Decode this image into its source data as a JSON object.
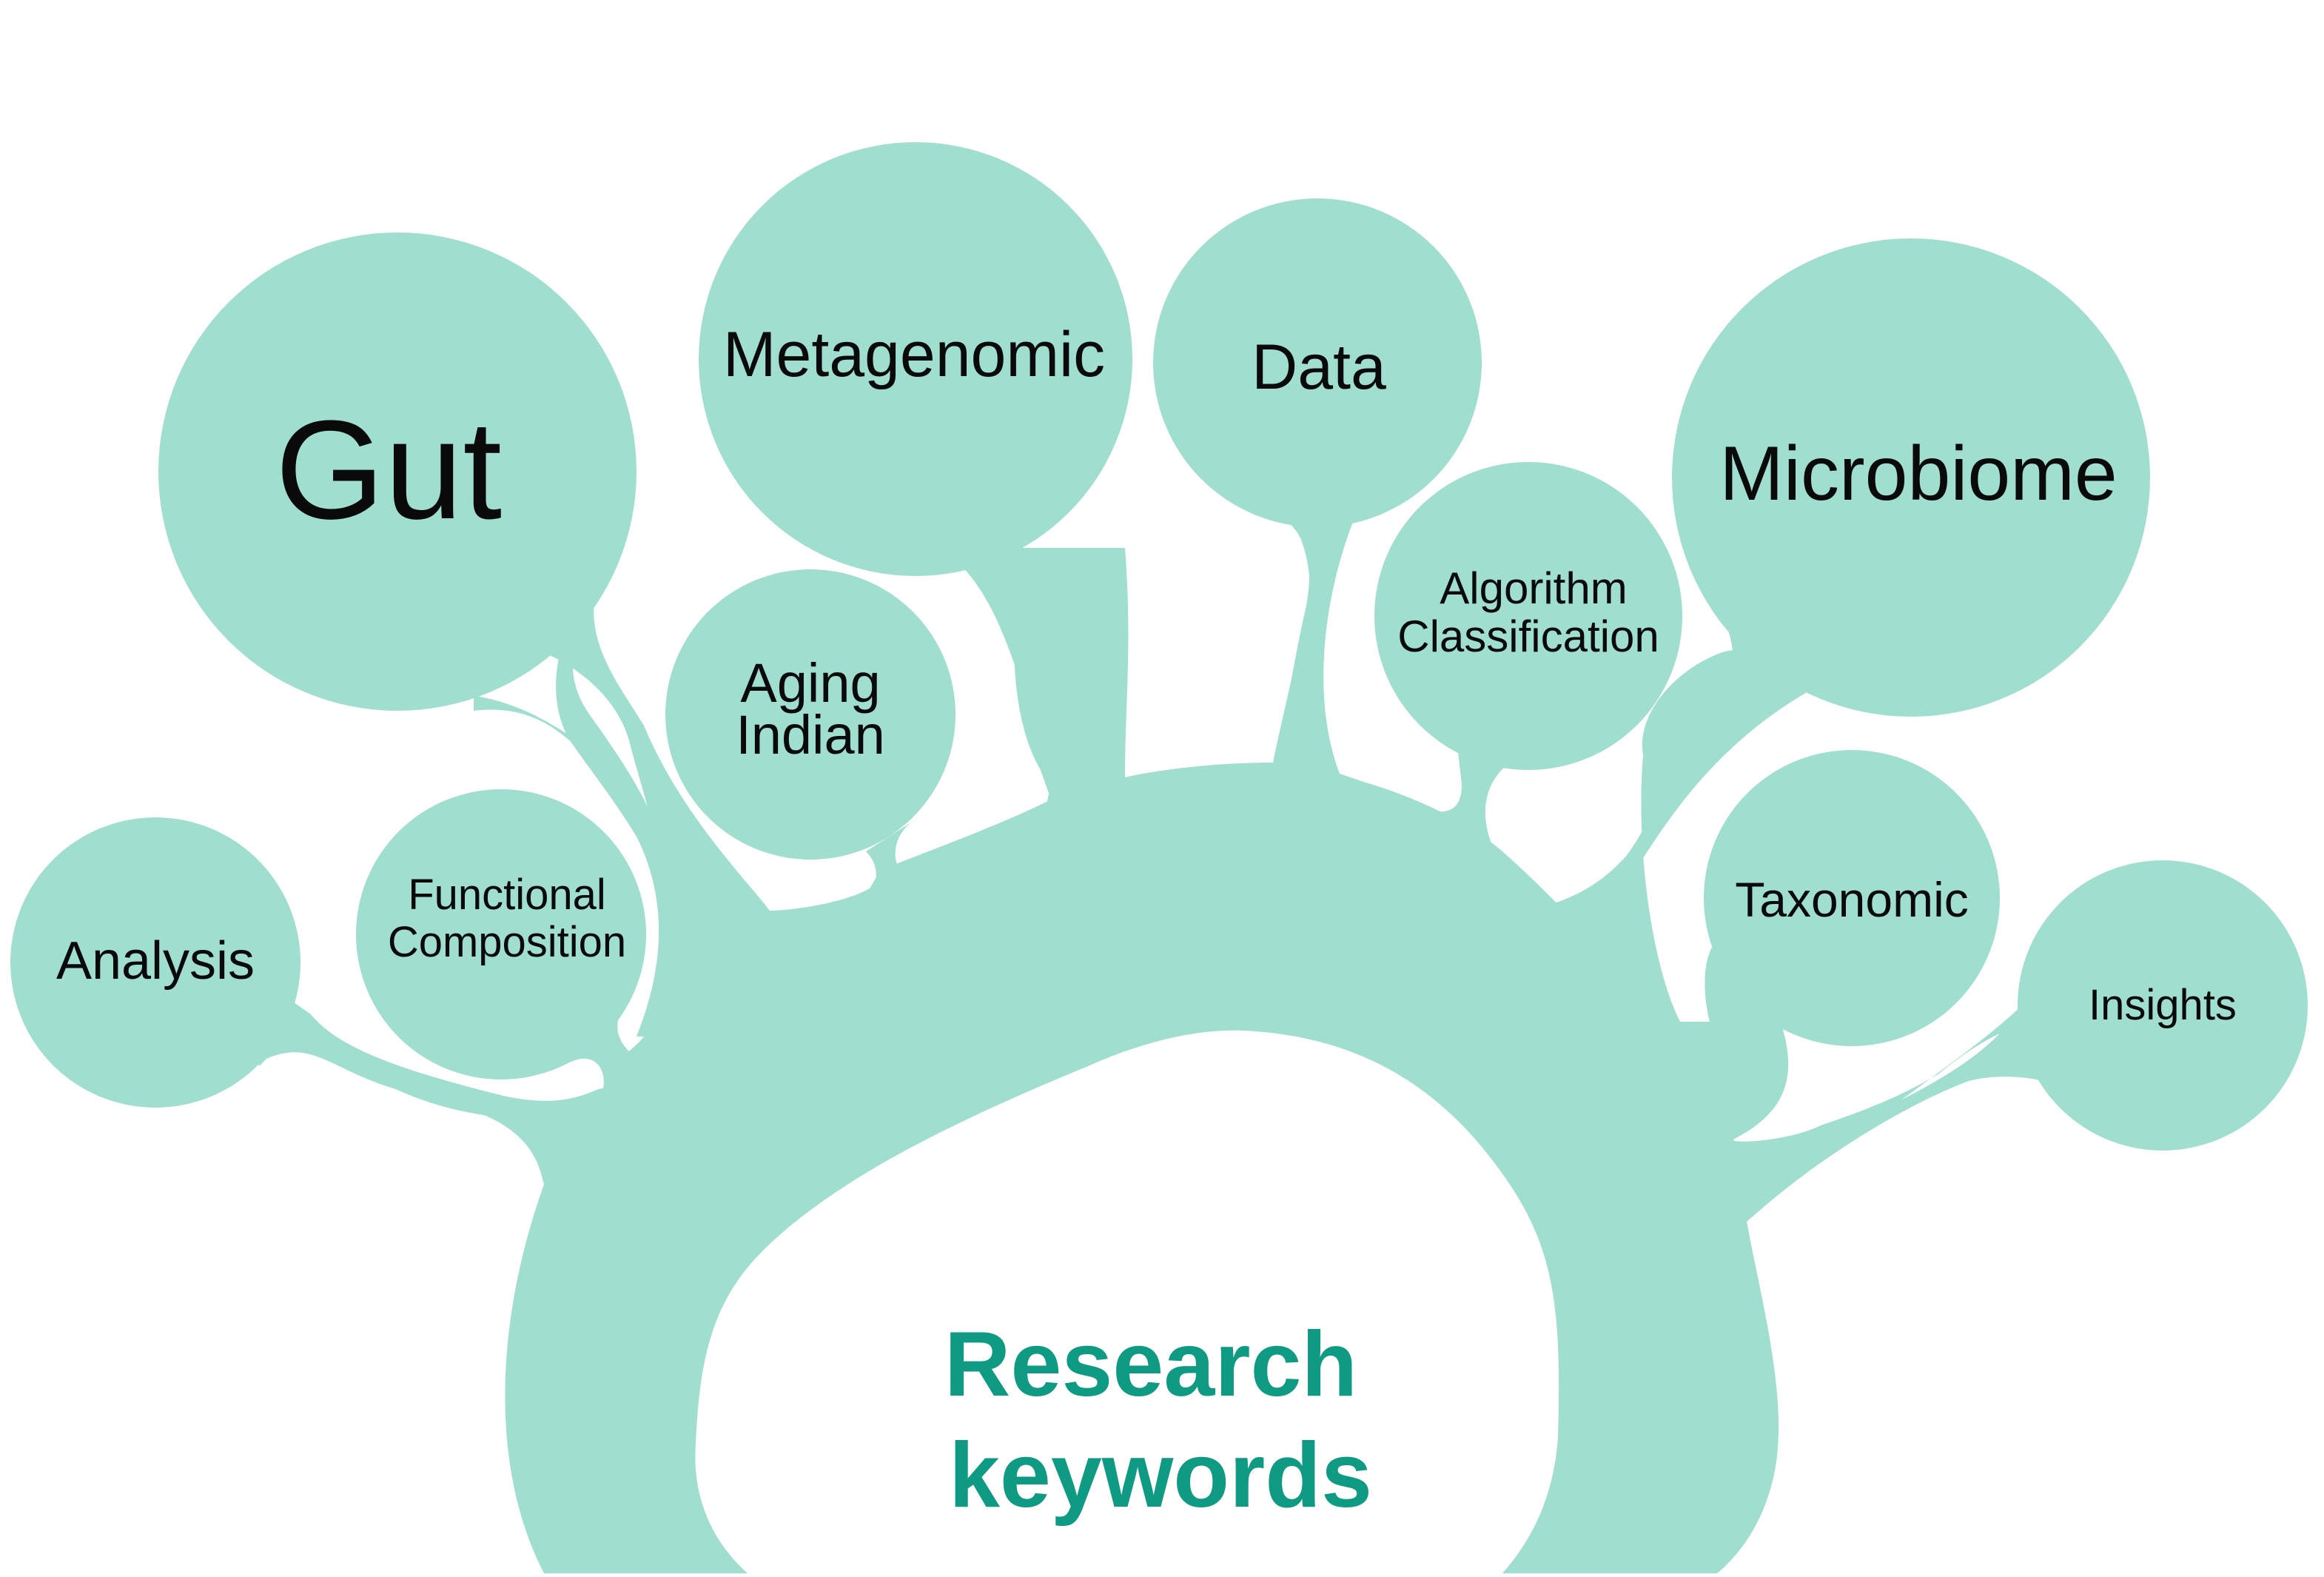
{
  "colors": {
    "bubble_fill": "#a0ded0",
    "background": "#ffffff",
    "label_text": "#0a0a0a",
    "center_text": "#0f9a84"
  },
  "center": {
    "line1": "Research",
    "line2": "keywords"
  },
  "keywords": {
    "gut": "Gut",
    "metagenomic": "Metagenomic",
    "data": "Data",
    "microbiome": "Microbiome",
    "aging_indian_line1": "Aging",
    "aging_indian_line2": "Indian",
    "algorithm_classification_line1": "Algorithm",
    "algorithm_classification_line2": "Classification",
    "analysis": "Analysis",
    "functional_composition_line1": "Functional",
    "functional_composition_line2": "Composition",
    "taxonomic": "Taxonomic",
    "insights": "Insights"
  }
}
